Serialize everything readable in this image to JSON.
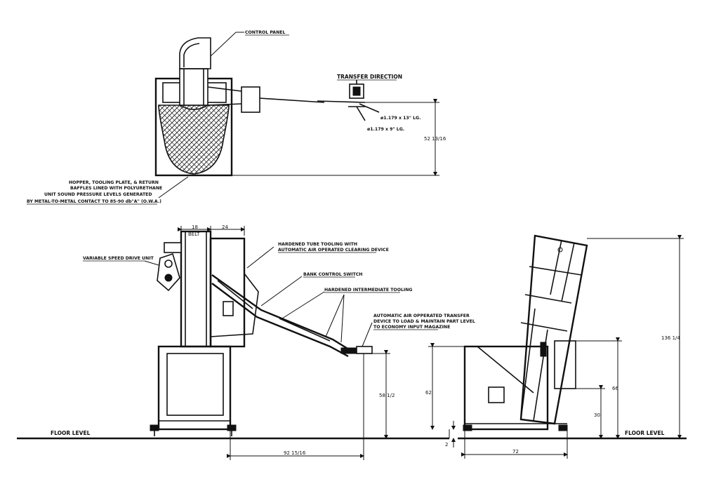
{
  "top_view": {
    "control_panel": "CONTROL PANEL",
    "transfer_direction": "TRANSFER DIRECTION",
    "part_1": "ø1.179 x 13\" LG.",
    "part_2": "ø1.179 x 9\" LG.",
    "height_dim": "52 13/16",
    "hopper_note": [
      "HOPPER, TOOLING PLATE, & RETURN",
      "BAFFLES LINED WITH POLYURETHANE",
      "UNIT SOUND PRESSURE LEVELS GENERATED",
      "BY METAL-TO-METAL CONTACT TO 85-90 db\"A\" (O.W.A.)"
    ]
  },
  "side_view": {
    "belt_dim": "18",
    "belt_label": "BELT",
    "width_dim": "24",
    "drive_unit": "VARIABLE SPEED DRIVE UNIT",
    "tube_tooling": [
      "HARDENED TUBE TOOLING WITH",
      "AUTOMATIC AIR OPERATED CLEARING DEVICE"
    ],
    "bank_switch": "BANK CONTROL SWITCH",
    "intermediate_tooling": "HARDENED INTERMEDIATE TOOLING",
    "transfer_device": [
      "AUTOMATIC AIR OPPERATED TRANSFER",
      "DEVICE TO LOAD & MAINTAIN PART LEVEL",
      "TO ECONOMY INPUT MAGAZINE"
    ],
    "discharge_height": "58 1/2",
    "horizontal_dim": "92 15/16",
    "floor_level": "FLOOR LEVEL"
  },
  "end_view": {
    "base_height": "62",
    "hopper_height": "66",
    "lower_height": "30",
    "overall_height": "136 1/4",
    "base_width": "72",
    "clearance": "2",
    "floor_level": "FLOOR LEVEL"
  }
}
